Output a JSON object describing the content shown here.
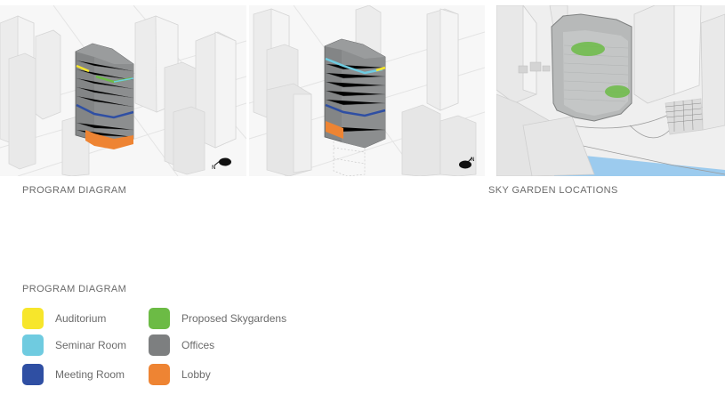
{
  "captions": {
    "left": "PROGRAM DIAGRAM",
    "right": "SKY GARDEN LOCATIONS"
  },
  "legend": {
    "title": "PROGRAM DIAGRAM",
    "items": [
      {
        "label": "Auditorium",
        "color": "#f7e62b"
      },
      {
        "label": "Seminar Room",
        "color": "#6fcbe0"
      },
      {
        "label": "Meeting Room",
        "color": "#2f4fa3"
      },
      {
        "label": "Proposed Skygardens",
        "color": "#6cbb45"
      },
      {
        "label": "Offices",
        "color": "#7d7f80"
      },
      {
        "label": "Lobby",
        "color": "#ee8433"
      }
    ]
  },
  "colors": {
    "auditorium": "#f7e62b",
    "seminar": "#6fcbe0",
    "meeting": "#2f4fa3",
    "skygarden": "#6cbb45",
    "offices": "#7d7f80",
    "lobby": "#ee8433",
    "context_building": "#ececec",
    "water": "#9ccbee"
  },
  "icons": [
    "north-arrow-icon"
  ]
}
